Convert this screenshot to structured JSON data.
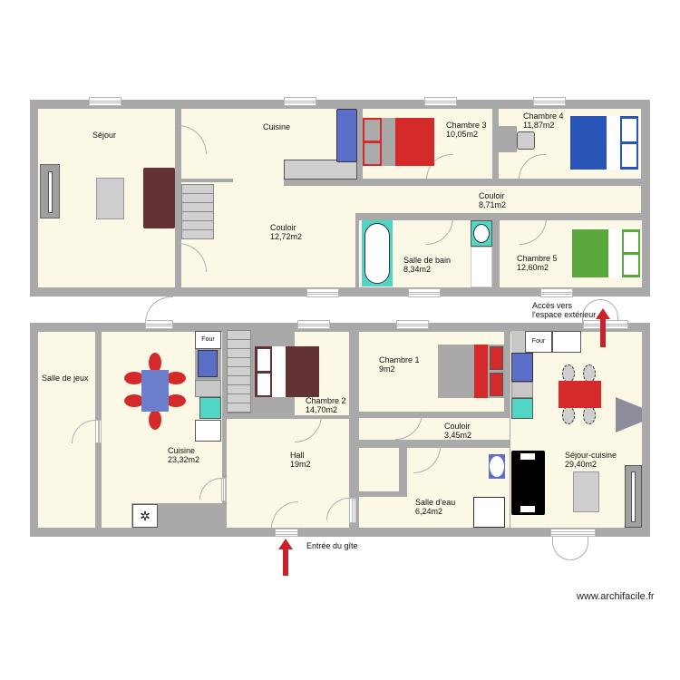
{
  "watermark": "www.archifacile.fr",
  "upper_plan": {
    "rooms": [
      {
        "name": "Séjour",
        "area": ""
      },
      {
        "name": "Cuisine",
        "area": ""
      },
      {
        "name": "Couloir",
        "area": "12,72m2"
      },
      {
        "name": "Chambre 3",
        "area": "10,05m2"
      },
      {
        "name": "Chambre 4",
        "area": "11,87m2"
      },
      {
        "name": "Couloir",
        "area": "8,71m2"
      },
      {
        "name": "Salle de bain",
        "area": "8,34m2"
      },
      {
        "name": "Chambre 5",
        "area": "12,60m2"
      }
    ]
  },
  "lower_plan": {
    "rooms": [
      {
        "name": "Salle de jeux",
        "area": ""
      },
      {
        "name": "Cuisine",
        "area": "23,32m2"
      },
      {
        "name": "Chambre 2",
        "area": "14,70m2"
      },
      {
        "name": "Hall",
        "area": "19m2"
      },
      {
        "name": "Chambre 1",
        "area": "9m2"
      },
      {
        "name": "Couloir",
        "area": "3,45m2"
      },
      {
        "name": "Salle d'eau",
        "area": "6,24m2"
      },
      {
        "name": "Séjour-cuisine",
        "area": "29,40m2"
      }
    ],
    "appliance_labels": {
      "oven": "Four",
      "oven2": "Four"
    }
  },
  "annotations": {
    "entrance": "Entrée du gîte",
    "exterior_access_line1": "Accès vers",
    "exterior_access_line2": "l'espace extérieur"
  },
  "colors": {
    "wall": "#a9a9a9",
    "floor": "#fbf8e6",
    "arrow": "#c8232c",
    "bed_red": "#d42a2a",
    "bed_blue": "#2a55b8",
    "bed_green": "#5aa83c",
    "sofa_brown": "#633234",
    "table_blue": "#6b7fcc",
    "sink_blue": "#5b6fc8",
    "teal": "#4fd6c4"
  }
}
